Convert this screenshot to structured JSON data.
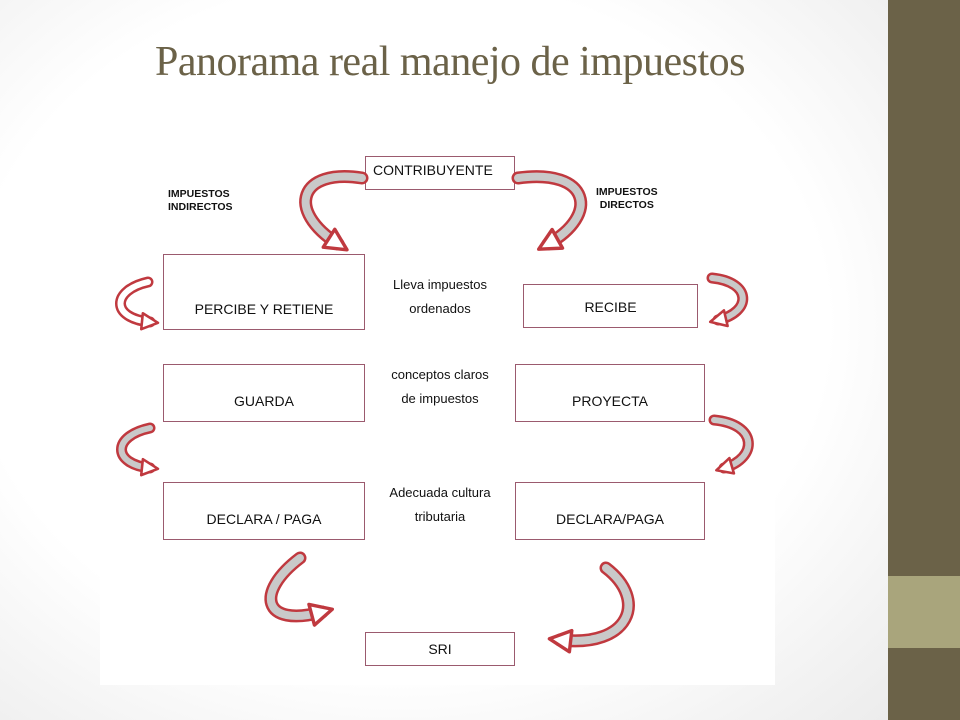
{
  "title": "Panorama real manejo de impuestos",
  "diagram": {
    "top_box": "CONTRIBUYENTE",
    "left_label": [
      "IMPUESTOS",
      "INDIRECTOS"
    ],
    "right_label": [
      "IMPUESTOS",
      "DIRECTOS"
    ],
    "left_boxes": [
      "PERCIBE Y RETIENE",
      "GUARDA",
      "DECLARA / PAGA"
    ],
    "right_boxes": [
      "RECIBE",
      "PROYECTA",
      "DECLARA/PAGA"
    ],
    "middle_texts": [
      [
        "Lleva impuestos",
        "ordenados"
      ],
      [
        "conceptos claros",
        "de impuestos"
      ],
      [
        "Adecuada cultura",
        "tributaria"
      ]
    ],
    "bottom_box": "SRI"
  },
  "colors": {
    "accent": "#6b6248",
    "accent_light": "#a9a57c",
    "arrow_outline": "#c0393f",
    "arrow_fill": "#c9c9c9",
    "box_border": "#9b5a6e"
  }
}
